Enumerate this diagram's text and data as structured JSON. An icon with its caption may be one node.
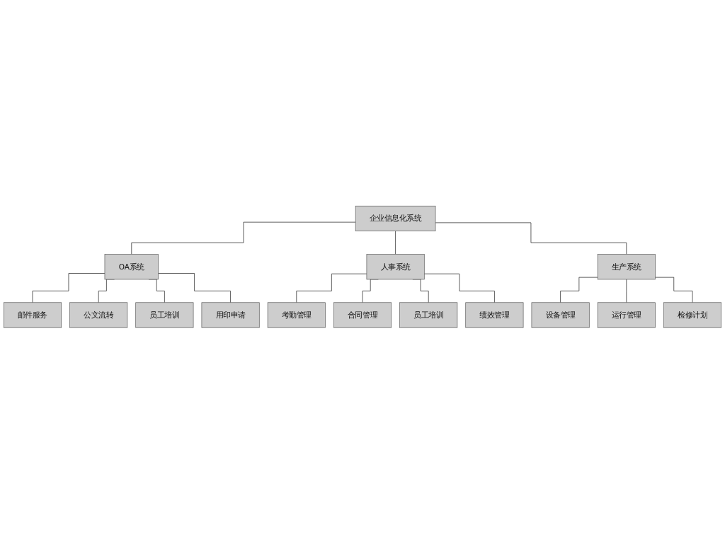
{
  "diagram": {
    "nodes": [
      {
        "text": [
          "企业信息化系统"
        ]
      },
      {
        "text": [
          "OA系统"
        ]
      },
      {
        "text": [
          "人事系统"
        ]
      },
      {
        "text": [
          "生产系统"
        ]
      },
      {
        "text": [
          "邮件服务"
        ]
      },
      {
        "text": [
          "公文流转"
        ]
      },
      {
        "text": [
          "员工培训"
        ]
      },
      {
        "text": [
          "用印申请"
        ]
      },
      {
        "text": [
          "考勤管理"
        ]
      },
      {
        "text": [
          "合同管理"
        ]
      },
      {
        "text": [
          "员工培训"
        ]
      },
      {
        "text": [
          "绩效管理"
        ]
      },
      {
        "text": [
          "设备管理"
        ]
      },
      {
        "text": [
          "运行管理"
        ]
      },
      {
        "text": [
          "检修计划"
        ]
      }
    ],
    "edges": [
      {
        "from": 0,
        "to": 1,
        "arrow": "none"
      },
      {
        "from": 0,
        "to": 2,
        "arrow": "none"
      },
      {
        "from": 0,
        "to": 3,
        "arrow": "none"
      },
      {
        "from": 1,
        "to": 4,
        "arrow": "none"
      },
      {
        "from": 1,
        "to": 5,
        "arrow": "none"
      },
      {
        "from": 1,
        "to": 6,
        "arrow": "none"
      },
      {
        "from": 1,
        "to": 7,
        "arrow": "none"
      },
      {
        "from": 2,
        "to": 8,
        "arrow": "none"
      },
      {
        "from": 2,
        "to": 9,
        "arrow": "none"
      },
      {
        "from": 2,
        "to": 10,
        "arrow": "none"
      },
      {
        "from": 2,
        "to": 11,
        "arrow": "none"
      },
      {
        "from": 3,
        "to": 12,
        "arrow": "none"
      },
      {
        "from": 3,
        "to": 13,
        "arrow": "none"
      },
      {
        "from": 3,
        "to": 14,
        "arrow": "none"
      }
    ]
  }
}
